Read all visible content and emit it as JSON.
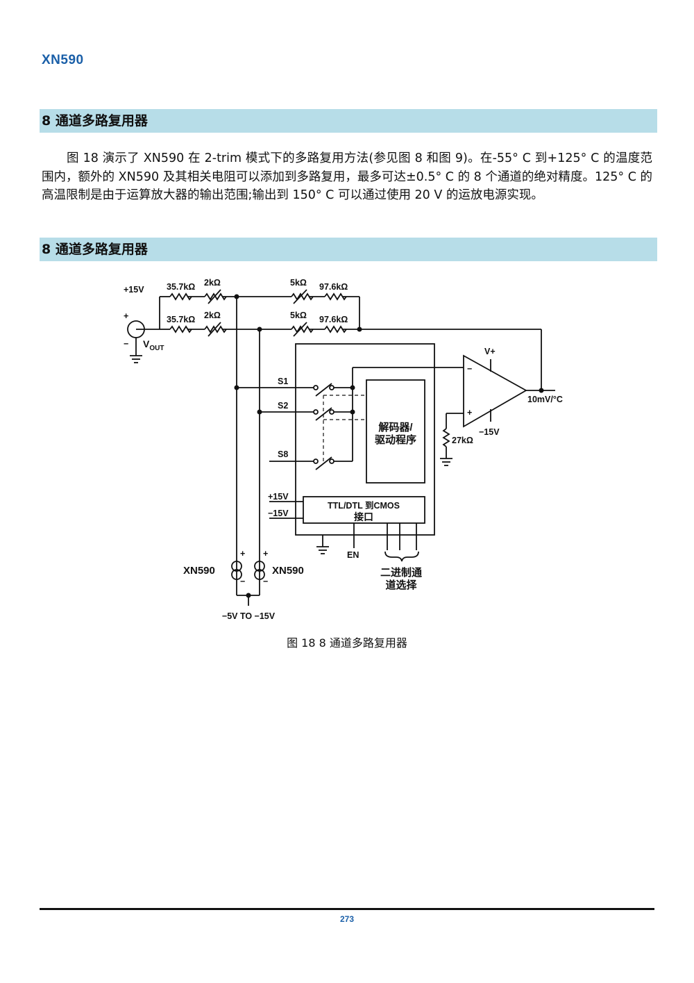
{
  "header": {
    "product": "XN590"
  },
  "sections": [
    {
      "title": "8 通道多路复用器"
    },
    {
      "title": "8 通道多路复用器"
    }
  ],
  "body": {
    "paragraph": "图 18 演示了 XN590 在 2-trim 模式下的多路复用方法(参见图 8 和图 9)。在-55° C 到+125° C 的温度范围内，额外的 XN590 及其相关电阻可以添加到多路复用，最多可达±0.5° C 的 8 个通道的绝对精度。125° C 的高温限制是由于运算放大器的输出范围;输出到 150° C 可以通过使用 20 V 的运放电源实现。"
  },
  "figure": {
    "labels": {
      "supply_pos": "+15V",
      "r_top_left": "35.7kΩ",
      "pot_top_left": "2kΩ",
      "pot_top_right": "5kΩ",
      "r_top_right": "97.6kΩ",
      "r_mid_left": "35.7kΩ",
      "pot_mid_left": "2kΩ",
      "pot_mid_right": "5kΩ",
      "r_mid_right": "97.6kΩ",
      "plus": "+",
      "minus": "−",
      "vout_main": "V",
      "vout_sub": "OUT",
      "s1": "S1",
      "s2": "S2",
      "s8": "S8",
      "decoder_line1": "解码器/",
      "decoder_line2": "驱动程序",
      "interface_line1": "TTL/DTL 到CMOS",
      "interface_line2": "接口",
      "mux_pos": "+15V",
      "mux_neg": "−15V",
      "en": "EN",
      "binary_line1": "二进制通",
      "binary_line2": "道选择",
      "opamp_vplus": "V+",
      "opamp_vminus": "−15V",
      "r_ground": "27kΩ",
      "output": "10mV/°C",
      "sensor_left": "XN590",
      "sensor_right": "XN590",
      "sensor_supply": "−5V TO −15V"
    },
    "caption": "图 18 8 通道多路复用器"
  },
  "footer": {
    "page_number": "273"
  },
  "colors": {
    "accent": "#1a5fa8",
    "section_bar": "#b7dde8"
  }
}
